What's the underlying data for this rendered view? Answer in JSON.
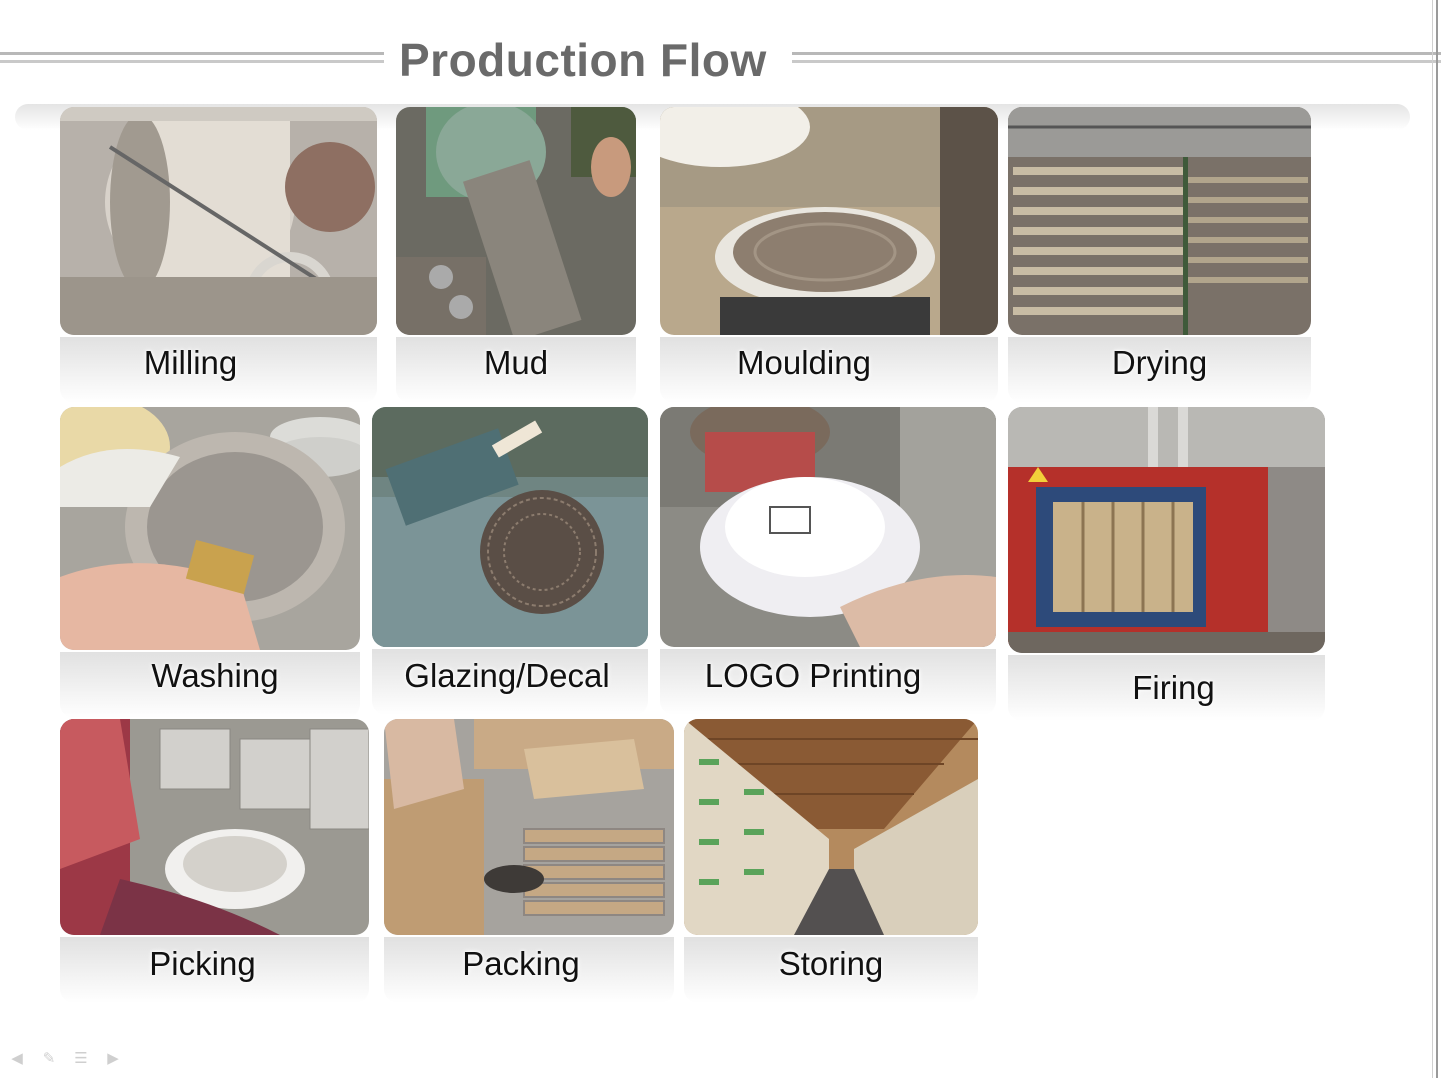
{
  "slide": {
    "title": "Production Flow"
  },
  "steps": [
    {
      "label": "Milling"
    },
    {
      "label": "Mud"
    },
    {
      "label": "Moulding"
    },
    {
      "label": "Drying"
    },
    {
      "label": "Washing"
    },
    {
      "label": "Glazing/Decal"
    },
    {
      "label": "LOGO Printing"
    },
    {
      "label": "Firing"
    },
    {
      "label": "Picking"
    },
    {
      "label": "Packing"
    },
    {
      "label": "Storing"
    }
  ],
  "nav": {
    "prev_icon": "arrow-left-icon",
    "pen_icon": "pen-icon",
    "menu_icon": "menu-icon",
    "next_icon": "arrow-right-icon"
  }
}
